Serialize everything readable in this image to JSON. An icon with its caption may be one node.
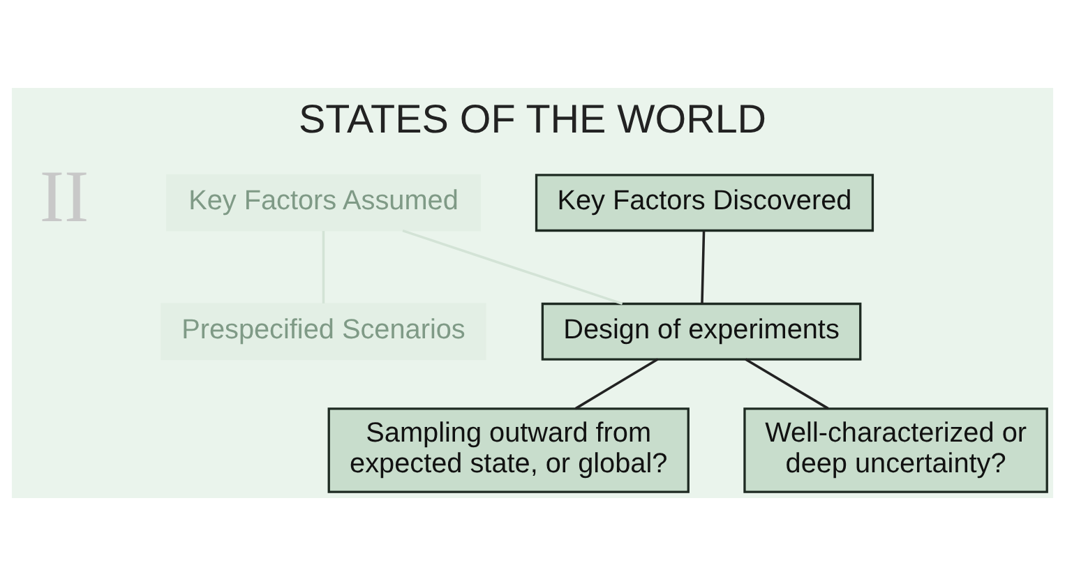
{
  "diagram": {
    "title": "STATES OF THE WORLD",
    "nodes": [
      {
        "text": [
          "Key Factors Assumed"
        ]
      },
      {
        "text": [
          "Key Factors Discovered"
        ]
      },
      {
        "text": [
          "Prespecified Scenarios"
        ]
      },
      {
        "text": [
          "Design of experiments"
        ]
      },
      {
        "text": [
          "Sampling outward from expected state, or global?"
        ]
      },
      {
        "text": [
          "Well-characterized or deep uncertainty?"
        ]
      }
    ],
    "edges": [
      {
        "from": 0,
        "to": 2,
        "arrow": "none",
        "color": "#d3e3d6"
      },
      {
        "from": 0,
        "to": 3,
        "arrow": "none",
        "color": "#d3e3d6"
      },
      {
        "from": 1,
        "to": 3,
        "arrow": "none"
      },
      {
        "from": 3,
        "to": 4,
        "arrow": "none"
      },
      {
        "from": 3,
        "to": 5,
        "arrow": "none"
      }
    ],
    "labels": [
      "II"
    ]
  }
}
